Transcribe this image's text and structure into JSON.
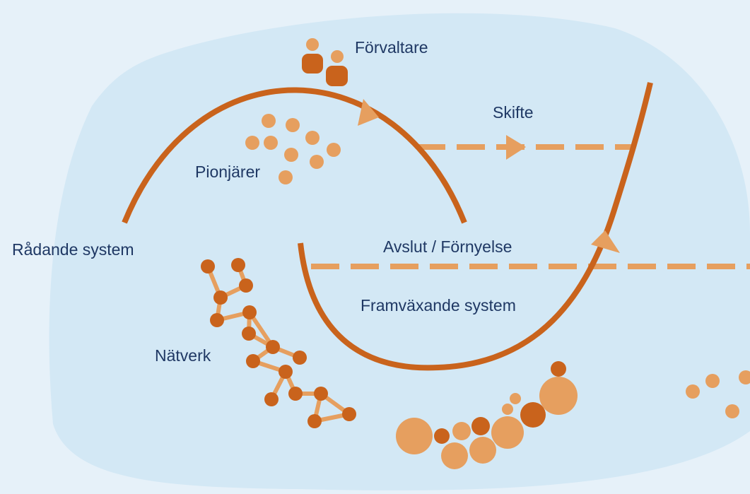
{
  "labels": {
    "managers": "Förvaltare",
    "shift": "Skifte",
    "pioneers": "Pionjärer",
    "dominant_system": "Rådande system",
    "ending_renewal": "Avslut / Förnyelse",
    "emerging_system": "Framväxande system",
    "network": "Nätverk"
  },
  "colors": {
    "background": "#e6f1f9",
    "blob": "#d3e8f5",
    "dark_orange": "#c9631c",
    "light_orange": "#e69f5f",
    "text": "#1f3864"
  },
  "icons": [
    "people-icon",
    "arrowhead-icon"
  ]
}
